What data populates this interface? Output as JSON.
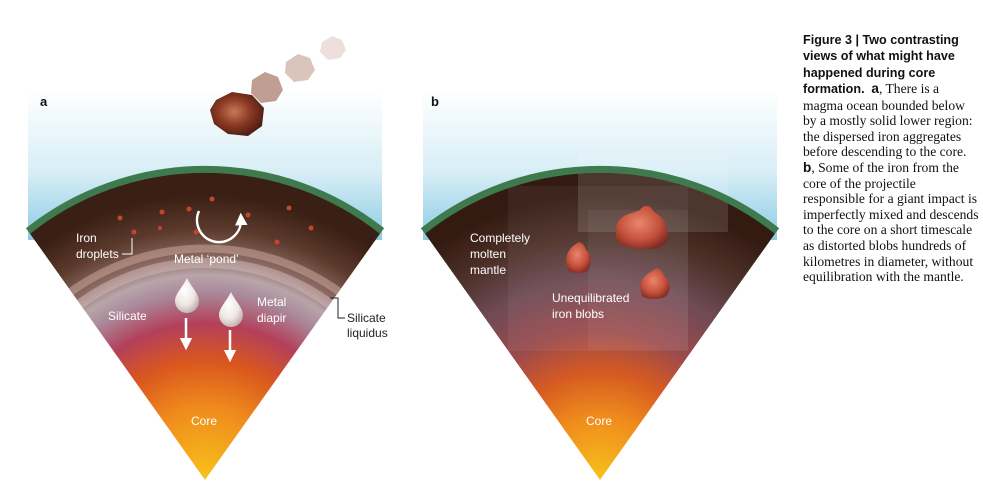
{
  "panel_a": {
    "letter": "a",
    "labels": {
      "iron_droplets_1": "Iron",
      "iron_droplets_2": "droplets",
      "metal_pond": "Metal ‘pond’",
      "silicate": "Silicate",
      "metal_diapir_1": "Metal",
      "metal_diapir_2": "diapir",
      "silicate_liquidus_1": "Silicate",
      "silicate_liquidus_2": "liquidus",
      "core": "Core"
    }
  },
  "panel_b": {
    "letter": "b",
    "labels": {
      "molten_mantle_1": "Completely",
      "molten_mantle_2": "molten",
      "molten_mantle_3": "mantle",
      "blobs_1": "Unequilibrated",
      "blobs_2": "iron blobs",
      "core": "Core"
    }
  },
  "caption": {
    "title": "Figure 3 | Two contrasting views of what might have happened during core formation.",
    "a_label": "a",
    "a_text": ", There is a magma ocean bounded below by a mostly solid lower region: the dispersed iron aggregates before descending to the core.",
    "b_label": "b",
    "b_text": ", Some of the iron from the core of the projectile responsible for a giant impact is imperfectly mixed and descends to the core on a short timescale as distorted blobs hundreds of kilometres in diameter, without equilibration with the mantle."
  }
}
